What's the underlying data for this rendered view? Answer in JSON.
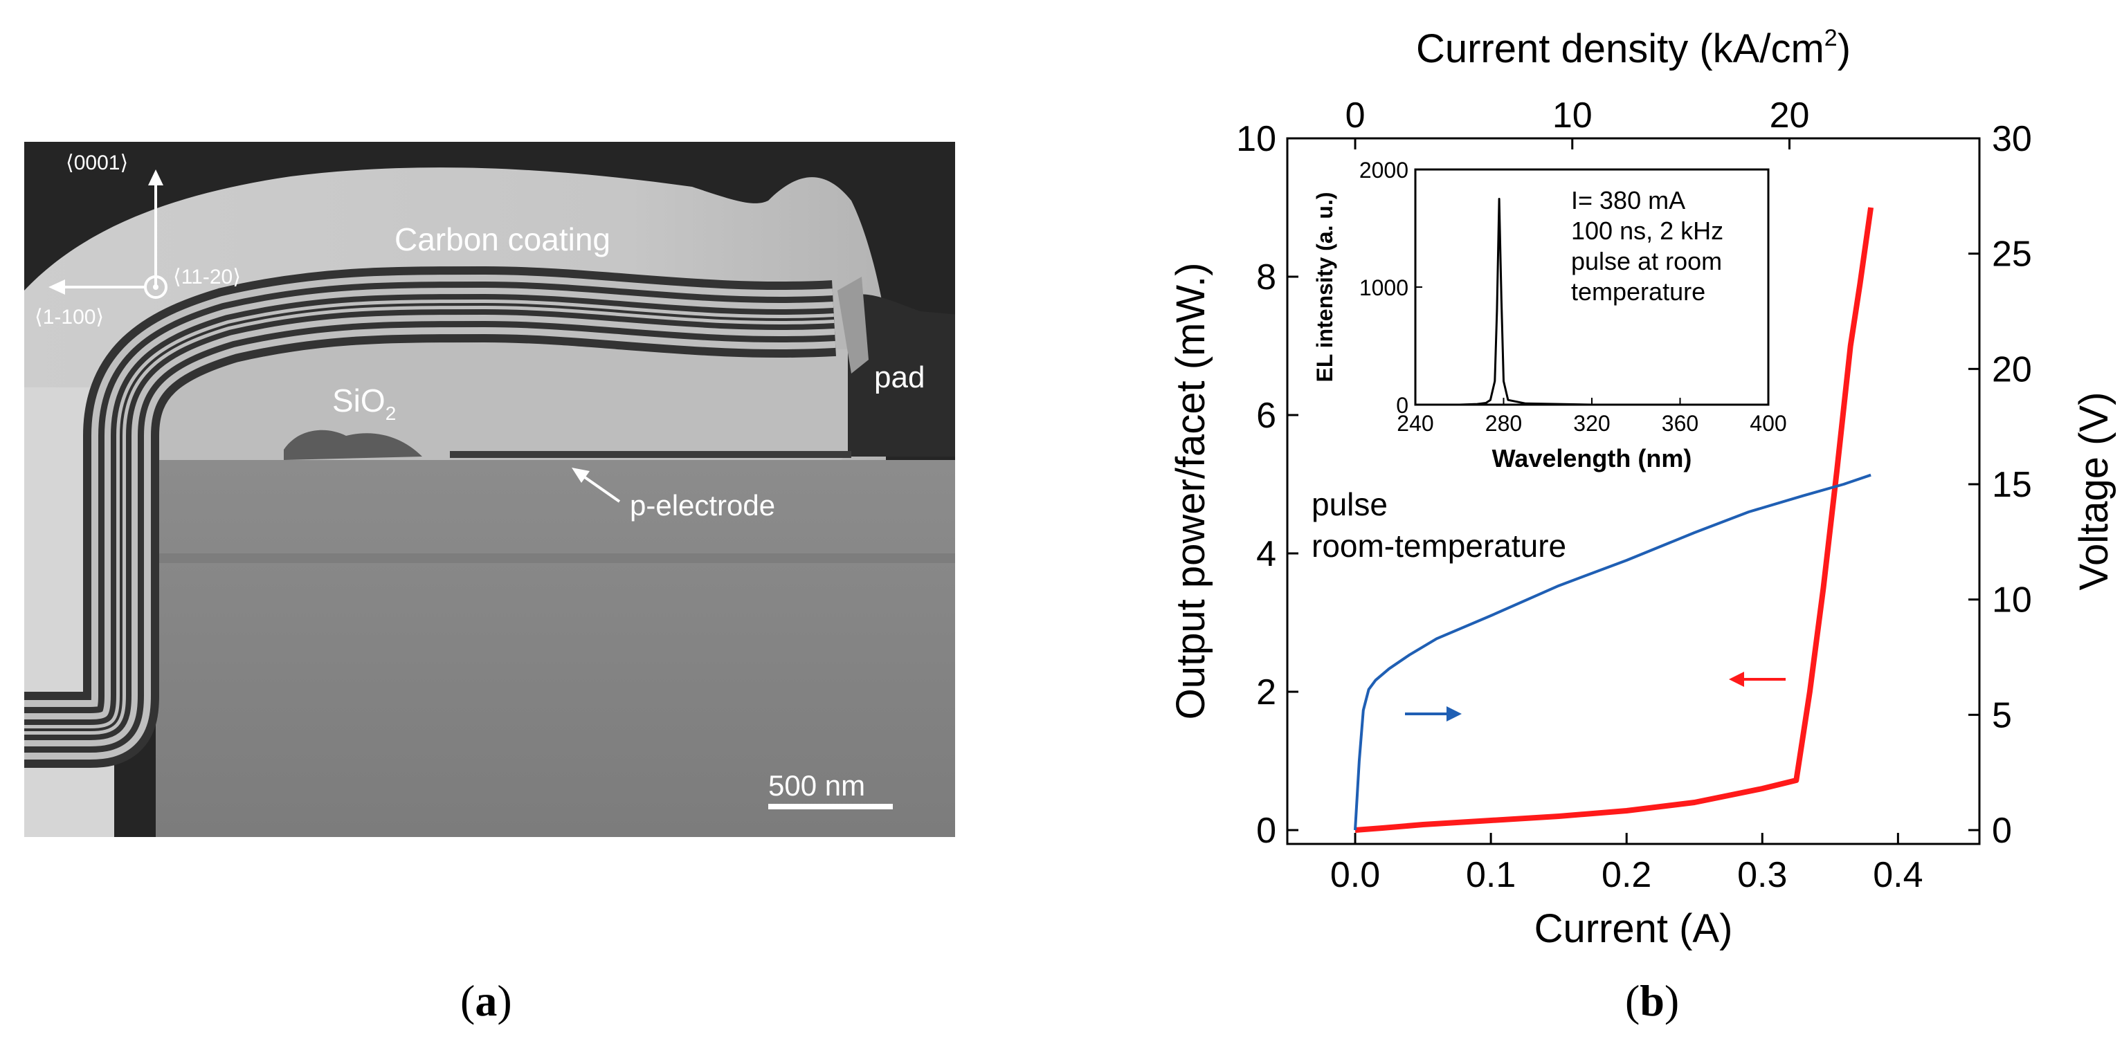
{
  "panel_a": {
    "caption": "(a)",
    "caption_letter": "a",
    "dir_0001": "⟨0001⟩",
    "dir_1100": "⟨1-100⟩",
    "dir_1120": "⟨11-20⟩",
    "carbon_label": "Carbon coating",
    "sio2_main": "SiO",
    "sio2_sub": "2",
    "pad_label": "pad",
    "electrode_label": "p-electrode",
    "scalebar_label": "500 nm"
  },
  "panel_b": {
    "caption": "(b)",
    "caption_letter": "b",
    "top_axis_main": "Current density (kA/cm",
    "top_axis_sup": "2",
    "top_axis_close": ")",
    "annotation_line1": "pulse",
    "annotation_line2": "room-temperature",
    "inset_text": [
      "I= 380 mA",
      "100 ns, 2 kHz",
      "pulse at room",
      "temperature"
    ]
  },
  "chart_data": [
    {
      "type": "line",
      "xlabel": "Current (A)",
      "ylabel": "Output power/facet (mW.)",
      "y2label": "Voltage (V)",
      "x2label": "Current density (kA/cm2)",
      "xlim": [
        -0.05,
        0.46
      ],
      "ylim": [
        -0.2,
        10
      ],
      "y2lim": [
        -0.6,
        30
      ],
      "x_ticks": [
        0.0,
        0.1,
        0.2,
        0.3,
        0.4
      ],
      "x_tick_labels": [
        "0.0",
        "0.1",
        "0.2",
        "0.3",
        "0.4"
      ],
      "y_ticks": [
        0,
        2,
        4,
        6,
        8,
        10
      ],
      "y_tick_labels": [
        "0",
        "2",
        "4",
        "6",
        "8",
        "10"
      ],
      "y2_ticks": [
        0,
        5,
        10,
        15,
        20,
        25,
        30
      ],
      "y2_tick_labels": [
        "0",
        "5",
        "10",
        "15",
        "20",
        "25",
        "30"
      ],
      "x2_ticks": [
        0,
        10,
        20
      ],
      "x2_tick_labels": [
        "0",
        "10",
        "20"
      ],
      "x2_per_x": 62.5,
      "series": [
        {
          "axis": "left",
          "color": "#ff1a1a",
          "x": [
            0.0,
            0.02,
            0.05,
            0.1,
            0.15,
            0.2,
            0.25,
            0.3,
            0.325,
            0.335,
            0.345,
            0.355,
            0.365,
            0.372,
            0.38
          ],
          "y": [
            0.0,
            0.03,
            0.08,
            0.14,
            0.2,
            0.28,
            0.4,
            0.6,
            0.72,
            2.0,
            3.5,
            5.2,
            7.0,
            7.9,
            9.0
          ]
        },
        {
          "axis": "right",
          "color": "#1f5fb4",
          "x": [
            0.0,
            0.003,
            0.006,
            0.01,
            0.015,
            0.025,
            0.04,
            0.06,
            0.1,
            0.15,
            0.2,
            0.25,
            0.29,
            0.33,
            0.36,
            0.38
          ],
          "y": [
            0.0,
            3.0,
            5.2,
            6.1,
            6.5,
            7.0,
            7.6,
            8.3,
            9.3,
            10.6,
            11.7,
            12.9,
            13.8,
            14.5,
            15.0,
            15.4
          ]
        }
      ],
      "arrow_colors": {
        "left": "#ff1a1a",
        "right": "#1f5fb4"
      }
    },
    {
      "type": "line",
      "xlabel": "Wavelength (nm)",
      "ylabel": "EL intensity (a. u.)",
      "xlim": [
        240,
        400
      ],
      "ylim": [
        0,
        2000
      ],
      "x_ticks": [
        240,
        280,
        320,
        360,
        400
      ],
      "x_tick_labels": [
        "240",
        "280",
        "320",
        "360",
        "400"
      ],
      "y_ticks": [
        0,
        1000,
        2000
      ],
      "y_tick_labels": [
        "0",
        "1000",
        "2000"
      ],
      "series": [
        {
          "color": "#000000",
          "x": [
            240,
            260,
            268,
            272,
            274,
            276,
            277,
            278,
            279,
            280,
            282,
            290,
            320,
            360,
            400
          ],
          "y": [
            0,
            0,
            5,
            15,
            40,
            200,
            800,
            1750,
            900,
            200,
            40,
            10,
            0,
            0,
            0
          ]
        }
      ]
    }
  ]
}
